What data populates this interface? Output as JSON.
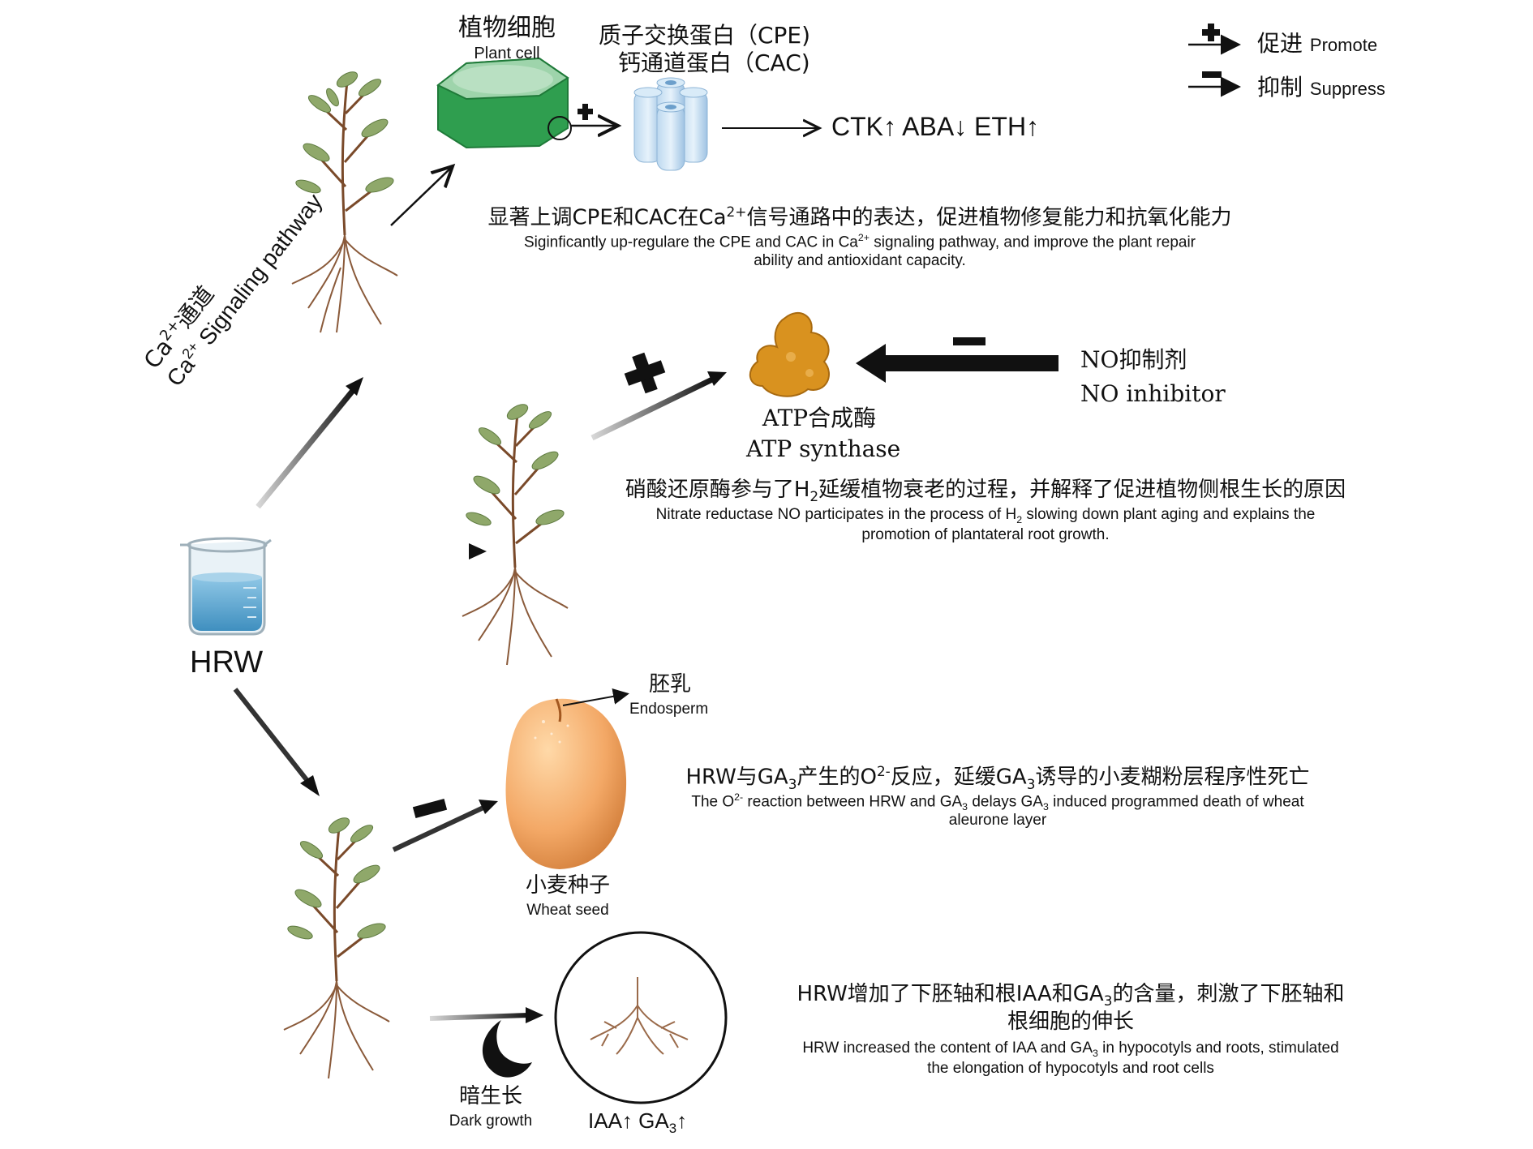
{
  "legend": {
    "promote_zh": "促进",
    "promote_en": "Promote",
    "suppress_zh": "抑制",
    "suppress_en": "Suppress"
  },
  "source": {
    "label": "HRW",
    "pathway_zh": "通道",
    "pathway_en": "Signaling pathway"
  },
  "branch1": {
    "plant_cell_zh": "植物细胞",
    "plant_cell_en": "Plant cell",
    "protein_line1": "质子交换蛋白（CPE)",
    "protein_line2": "钙通道蛋白（CAC)",
    "hormones": "CTK↑ ABA↓ ETH↑",
    "desc_zh_a": "显著上调CPE和CAC在Ca",
    "desc_zh_b": "信号通路中的表达，促进植物修复能力和抗氧化能力",
    "desc_en_a": "Siginficantly up-regulare the CPE and CAC in Ca",
    "desc_en_b": " signaling pathway, and improve the plant repair",
    "desc_en_line2": "ability and antioxidant capacity."
  },
  "branch2": {
    "enzyme_zh": "ATP合成酶",
    "enzyme_en": "ATP synthase",
    "inhibitor_zh": "NO抑制剂",
    "inhibitor_en": "NO inhibitor",
    "desc_zh_a": "硝酸还原酶参与了H",
    "desc_zh_b": "延缓植物衰老的过程，并解释了促进植物侧根生长的原因",
    "desc_en_a": "Nitrate reductase NO participates in the process of H",
    "desc_en_b": " slowing down plant aging and explains the",
    "desc_en_line2": "promotion of plantateral root growth."
  },
  "branch3": {
    "endosperm_zh": "胚乳",
    "endosperm_en": "Endosperm",
    "seed_zh": "小麦种子",
    "seed_en": "Wheat seed",
    "desc_zh_a": "HRW与GA",
    "desc_zh_b": "产生的O",
    "desc_zh_c": "反应，延缓GA",
    "desc_zh_d": "诱导的小麦糊粉层程序性死亡",
    "desc_en_a": "The O",
    "desc_en_b": " reaction between HRW and GA",
    "desc_en_c": " delays GA",
    "desc_en_d": " induced programmed death of wheat",
    "desc_en_line2": "aleurone layer"
  },
  "branch4": {
    "dark_zh": "暗生长",
    "dark_en": "Dark growth",
    "hormones_a": "IAA↑ GA",
    "hormones_b": "↑",
    "desc_zh_line1": "HRW增加了下胚轴和根IAA和GA",
    "desc_zh_line1b": "的含量，刺激了下胚轴和",
    "desc_zh_line2": "根细胞的伸长",
    "desc_en_a": "HRW increased the content of IAA and GA",
    "desc_en_b": " in hypocotyls and roots, stimulated",
    "desc_en_line2": "the elongation of hypocotyls and root cells"
  }
}
